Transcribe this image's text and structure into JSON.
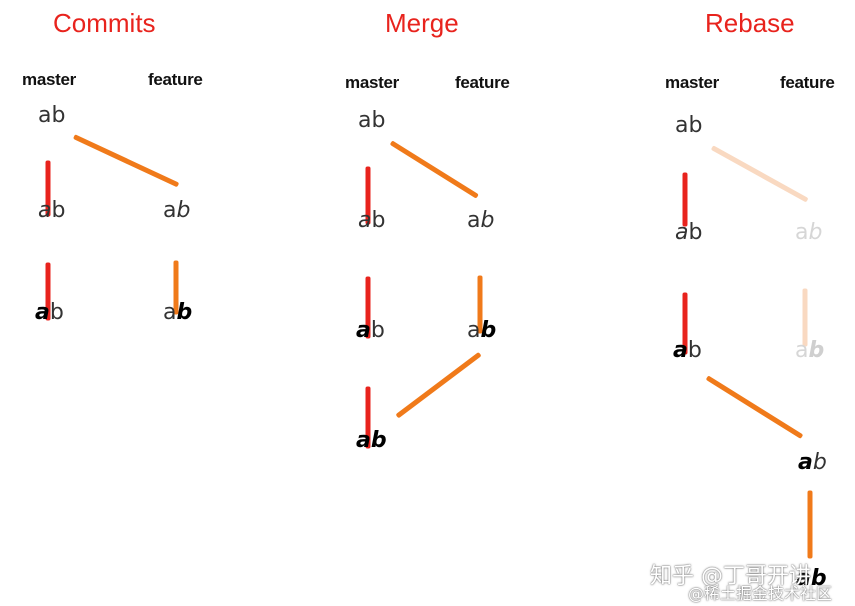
{
  "titles": {
    "commits": "Commits",
    "merge": "Merge",
    "rebase": "Rebase"
  },
  "branches": {
    "master": "master",
    "feature": "feature"
  },
  "node_letters": {
    "a": "a",
    "b": "b"
  },
  "watermark": {
    "line1": "知乎 @丁哥开讲",
    "line2": "@稀土掘金技术社区"
  },
  "colors": {
    "title": "#e8231d",
    "master_line": "#e8231d",
    "feature_line": "#f07a1a",
    "faded_line": "#f9d9c1"
  }
}
